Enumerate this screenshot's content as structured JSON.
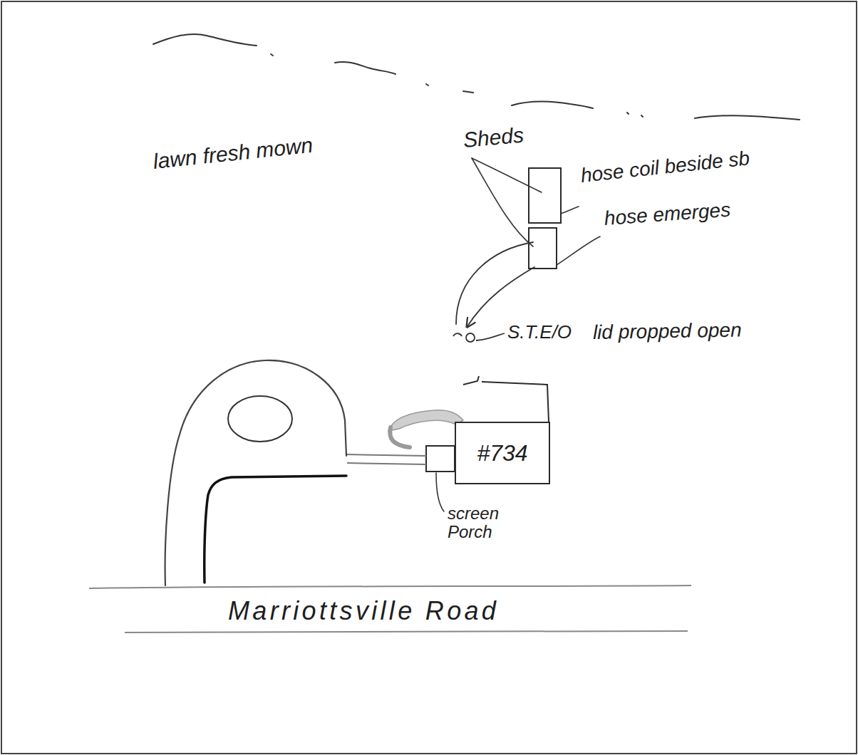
{
  "diagram": {
    "nodes": [
      {
        "text": [
          "#734"
        ]
      }
    ],
    "edges": [],
    "labels": [
      "lawn fresh mown",
      "Sheds",
      "hose coil beside sb",
      "hose emerges",
      "S.T.E/O",
      "lid propped open",
      "screen Porch",
      "Marriottsville Road"
    ]
  }
}
